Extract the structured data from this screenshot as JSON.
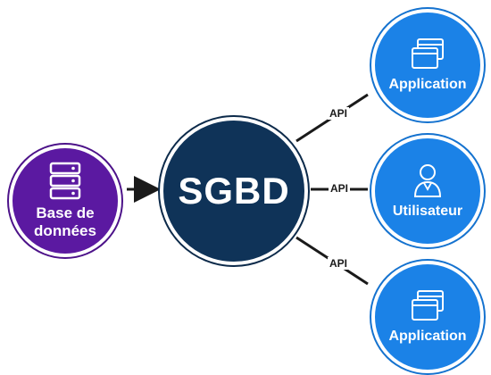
{
  "diagram": {
    "database": {
      "label_line1": "Base de",
      "label_line2": "données",
      "icon": "database-icon"
    },
    "center": {
      "label": "SGBD"
    },
    "targets": [
      {
        "label": "Application",
        "icon": "application-windows-icon",
        "edge_label": "API"
      },
      {
        "label": "Utilisateur",
        "icon": "user-icon",
        "edge_label": "API"
      },
      {
        "label": "Application",
        "icon": "application-windows-icon",
        "edge_label": "API"
      }
    ],
    "colors": {
      "database": "#5b19a1",
      "center": "#0f3358",
      "targets": "#1b82e7",
      "lines": "#1a1a1a"
    }
  }
}
